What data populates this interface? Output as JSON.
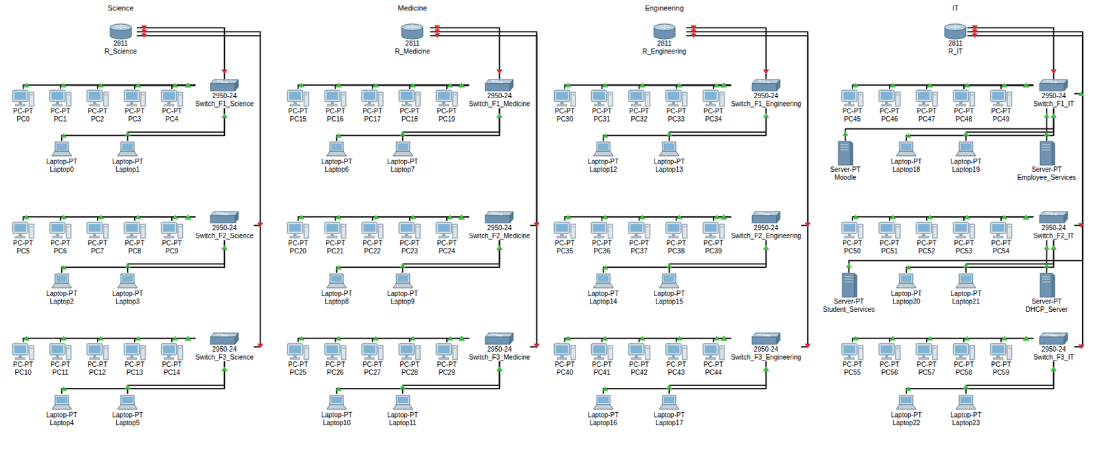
{
  "diagram": {
    "nodes": [
      {
        "text": [
          "2811",
          "R_Science"
        ]
      },
      {
        "text": [
          "2950-24",
          "Switch_F1_Science"
        ]
      },
      {
        "text": [
          "PC-PT",
          "PC0"
        ]
      },
      {
        "text": [
          "PC-PT",
          "PC1"
        ]
      },
      {
        "text": [
          "PC-PT",
          "PC2"
        ]
      },
      {
        "text": [
          "PC-PT",
          "PC3"
        ]
      },
      {
        "text": [
          "PC-PT",
          "PC4"
        ]
      },
      {
        "text": [
          "Laptop-PT",
          "Laptop0"
        ]
      },
      {
        "text": [
          "Laptop-PT",
          "Laptop1"
        ]
      },
      {
        "text": [
          "2950-24",
          "Switch_F2_Science"
        ]
      },
      {
        "text": [
          "PC-PT",
          "PC5"
        ]
      },
      {
        "text": [
          "PC-PT",
          "PC6"
        ]
      },
      {
        "text": [
          "PC-PT",
          "PC7"
        ]
      },
      {
        "text": [
          "PC-PT",
          "PC8"
        ]
      },
      {
        "text": [
          "PC-PT",
          "PC9"
        ]
      },
      {
        "text": [
          "Laptop-PT",
          "Laptop2"
        ]
      },
      {
        "text": [
          "Laptop-PT",
          "Laptop3"
        ]
      },
      {
        "text": [
          "2950-24",
          "Switch_F3_Science"
        ]
      },
      {
        "text": [
          "PC-PT",
          "PC10"
        ]
      },
      {
        "text": [
          "PC-PT",
          "PC11"
        ]
      },
      {
        "text": [
          "PC-PT",
          "PC12"
        ]
      },
      {
        "text": [
          "PC-PT",
          "PC13"
        ]
      },
      {
        "text": [
          "PC-PT",
          "PC14"
        ]
      },
      {
        "text": [
          "Laptop-PT",
          "Laptop4"
        ]
      },
      {
        "text": [
          "Laptop-PT",
          "Laptop5"
        ]
      },
      {
        "text": [
          "2811",
          "R_Medicine"
        ]
      },
      {
        "text": [
          "2950-24",
          "Switch_F1_Medicine"
        ]
      },
      {
        "text": [
          "PC-PT",
          "PC15"
        ]
      },
      {
        "text": [
          "PC-PT",
          "PC16"
        ]
      },
      {
        "text": [
          "PC-PT",
          "PC17"
        ]
      },
      {
        "text": [
          "PC-PT",
          "PC18"
        ]
      },
      {
        "text": [
          "PC-PT",
          "PC19"
        ]
      },
      {
        "text": [
          "Laptop-PT",
          "Laptop6"
        ]
      },
      {
        "text": [
          "Laptop-PT",
          "Laptop7"
        ]
      },
      {
        "text": [
          "2950-24",
          "Switch_F2_Medicine"
        ]
      },
      {
        "text": [
          "PC-PT",
          "PC20"
        ]
      },
      {
        "text": [
          "PC-PT",
          "PC21"
        ]
      },
      {
        "text": [
          "PC-PT",
          "PC22"
        ]
      },
      {
        "text": [
          "PC-PT",
          "PC23"
        ]
      },
      {
        "text": [
          "PC-PT",
          "PC24"
        ]
      },
      {
        "text": [
          "Laptop-PT",
          "Laptop8"
        ]
      },
      {
        "text": [
          "Laptop-PT",
          "Laptop9"
        ]
      },
      {
        "text": [
          "2950-24",
          "Switch_F3_Medicine"
        ]
      },
      {
        "text": [
          "PC-PT",
          "PC25"
        ]
      },
      {
        "text": [
          "PC-PT",
          "PC26"
        ]
      },
      {
        "text": [
          "PC-PT",
          "PC27"
        ]
      },
      {
        "text": [
          "PC-PT",
          "PC28"
        ]
      },
      {
        "text": [
          "PC-PT",
          "PC29"
        ]
      },
      {
        "text": [
          "Laptop-PT",
          "Laptop10"
        ]
      },
      {
        "text": [
          "Laptop-PT",
          "Laptop11"
        ]
      },
      {
        "text": [
          "2811",
          "R_Engineering"
        ]
      },
      {
        "text": [
          "2950-24",
          "Switch_F1_Engineering"
        ]
      },
      {
        "text": [
          "PC-PT",
          "PC30"
        ]
      },
      {
        "text": [
          "PC-PT",
          "PC31"
        ]
      },
      {
        "text": [
          "PC-PT",
          "PC32"
        ]
      },
      {
        "text": [
          "PC-PT",
          "PC33"
        ]
      },
      {
        "text": [
          "PC-PT",
          "PC34"
        ]
      },
      {
        "text": [
          "Laptop-PT",
          "Laptop12"
        ]
      },
      {
        "text": [
          "Laptop-PT",
          "Laptop13"
        ]
      },
      {
        "text": [
          "2950-24",
          "Switch_F2_Engineering"
        ]
      },
      {
        "text": [
          "PC-PT",
          "PC35"
        ]
      },
      {
        "text": [
          "PC-PT",
          "PC36"
        ]
      },
      {
        "text": [
          "PC-PT",
          "PC37"
        ]
      },
      {
        "text": [
          "PC-PT",
          "PC38"
        ]
      },
      {
        "text": [
          "PC-PT",
          "PC39"
        ]
      },
      {
        "text": [
          "Laptop-PT",
          "Laptop14"
        ]
      },
      {
        "text": [
          "Laptop-PT",
          "Laptop15"
        ]
      },
      {
        "text": [
          "2950-24",
          "Switch_F3_Engineering"
        ]
      },
      {
        "text": [
          "PC-PT",
          "PC40"
        ]
      },
      {
        "text": [
          "PC-PT",
          "PC41"
        ]
      },
      {
        "text": [
          "PC-PT",
          "PC42"
        ]
      },
      {
        "text": [
          "PC-PT",
          "PC43"
        ]
      },
      {
        "text": [
          "PC-PT",
          "PC44"
        ]
      },
      {
        "text": [
          "Laptop-PT",
          "Laptop16"
        ]
      },
      {
        "text": [
          "Laptop-PT",
          "Laptop17"
        ]
      },
      {
        "text": [
          "2811",
          "R_IT"
        ]
      },
      {
        "text": [
          "2950-24",
          "Switch_F1_IT"
        ]
      },
      {
        "text": [
          "PC-PT",
          "PC45"
        ]
      },
      {
        "text": [
          "PC-PT",
          "PC46"
        ]
      },
      {
        "text": [
          "PC-PT",
          "PC47"
        ]
      },
      {
        "text": [
          "PC-PT",
          "PC48"
        ]
      },
      {
        "text": [
          "PC-PT",
          "PC49"
        ]
      },
      {
        "text": [
          "Laptop-PT",
          "Laptop18"
        ]
      },
      {
        "text": [
          "Laptop-PT",
          "Laptop19"
        ]
      },
      {
        "text": [
          "Server-PT",
          "Moodle"
        ]
      },
      {
        "text": [
          "Server-PT",
          "Employee_Services"
        ]
      },
      {
        "text": [
          "2950-24",
          "Switch_F2_IT"
        ]
      },
      {
        "text": [
          "PC-PT",
          "PC50"
        ]
      },
      {
        "text": [
          "PC-PT",
          "PC51"
        ]
      },
      {
        "text": [
          "PC-PT",
          "PC52"
        ]
      },
      {
        "text": [
          "PC-PT",
          "PC53"
        ]
      },
      {
        "text": [
          "PC-PT",
          "PC54"
        ]
      },
      {
        "text": [
          "Laptop-PT",
          "Laptop20"
        ]
      },
      {
        "text": [
          "Laptop-PT",
          "Laptop21"
        ]
      },
      {
        "text": [
          "Server-PT",
          "Student_Services"
        ]
      },
      {
        "text": [
          "Server-PT",
          "DHCP_Server"
        ]
      },
      {
        "text": [
          "2950-24",
          "Switch_F3_IT"
        ]
      },
      {
        "text": [
          "PC-PT",
          "PC55"
        ]
      },
      {
        "text": [
          "PC-PT",
          "PC56"
        ]
      },
      {
        "text": [
          "PC-PT",
          "PC57"
        ]
      },
      {
        "text": [
          "PC-PT",
          "PC58"
        ]
      },
      {
        "text": [
          "PC-PT",
          "PC59"
        ]
      },
      {
        "text": [
          "Laptop-PT",
          "Laptop22"
        ]
      },
      {
        "text": [
          "Laptop-PT",
          "Laptop23"
        ]
      }
    ],
    "edges": [
      {
        "from": 0,
        "to": 1,
        "arrow": "none"
      },
      {
        "from": 0,
        "to": 9,
        "arrow": "none"
      },
      {
        "from": 0,
        "to": 17,
        "arrow": "none"
      },
      {
        "from": 2,
        "to": 1,
        "arrow": "none"
      },
      {
        "from": 3,
        "to": 1,
        "arrow": "none"
      },
      {
        "from": 4,
        "to": 1,
        "arrow": "none"
      },
      {
        "from": 5,
        "to": 1,
        "arrow": "none"
      },
      {
        "from": 6,
        "to": 1,
        "arrow": "none"
      },
      {
        "from": 7,
        "to": 1,
        "arrow": "none"
      },
      {
        "from": 8,
        "to": 1,
        "arrow": "none"
      },
      {
        "from": 10,
        "to": 9,
        "arrow": "none"
      },
      {
        "from": 11,
        "to": 9,
        "arrow": "none"
      },
      {
        "from": 12,
        "to": 9,
        "arrow": "none"
      },
      {
        "from": 13,
        "to": 9,
        "arrow": "none"
      },
      {
        "from": 14,
        "to": 9,
        "arrow": "none"
      },
      {
        "from": 15,
        "to": 9,
        "arrow": "none"
      },
      {
        "from": 16,
        "to": 9,
        "arrow": "none"
      },
      {
        "from": 18,
        "to": 17,
        "arrow": "none"
      },
      {
        "from": 19,
        "to": 17,
        "arrow": "none"
      },
      {
        "from": 20,
        "to": 17,
        "arrow": "none"
      },
      {
        "from": 21,
        "to": 17,
        "arrow": "none"
      },
      {
        "from": 22,
        "to": 17,
        "arrow": "none"
      },
      {
        "from": 23,
        "to": 17,
        "arrow": "none"
      },
      {
        "from": 24,
        "to": 17,
        "arrow": "none"
      },
      {
        "from": 25,
        "to": 26,
        "arrow": "none"
      },
      {
        "from": 25,
        "to": 34,
        "arrow": "none"
      },
      {
        "from": 25,
        "to": 42,
        "arrow": "none"
      },
      {
        "from": 27,
        "to": 26,
        "arrow": "none"
      },
      {
        "from": 28,
        "to": 26,
        "arrow": "none"
      },
      {
        "from": 29,
        "to": 26,
        "arrow": "none"
      },
      {
        "from": 30,
        "to": 26,
        "arrow": "none"
      },
      {
        "from": 31,
        "to": 26,
        "arrow": "none"
      },
      {
        "from": 32,
        "to": 26,
        "arrow": "none"
      },
      {
        "from": 33,
        "to": 26,
        "arrow": "none"
      },
      {
        "from": 35,
        "to": 34,
        "arrow": "none"
      },
      {
        "from": 36,
        "to": 34,
        "arrow": "none"
      },
      {
        "from": 37,
        "to": 34,
        "arrow": "none"
      },
      {
        "from": 38,
        "to": 34,
        "arrow": "none"
      },
      {
        "from": 39,
        "to": 34,
        "arrow": "none"
      },
      {
        "from": 40,
        "to": 34,
        "arrow": "none"
      },
      {
        "from": 41,
        "to": 34,
        "arrow": "none"
      },
      {
        "from": 43,
        "to": 42,
        "arrow": "none"
      },
      {
        "from": 44,
        "to": 42,
        "arrow": "none"
      },
      {
        "from": 45,
        "to": 42,
        "arrow": "none"
      },
      {
        "from": 46,
        "to": 42,
        "arrow": "none"
      },
      {
        "from": 47,
        "to": 42,
        "arrow": "none"
      },
      {
        "from": 48,
        "to": 42,
        "arrow": "none"
      },
      {
        "from": 49,
        "to": 42,
        "arrow": "none"
      },
      {
        "from": 50,
        "to": 51,
        "arrow": "none"
      },
      {
        "from": 50,
        "to": 59,
        "arrow": "none"
      },
      {
        "from": 50,
        "to": 67,
        "arrow": "none"
      },
      {
        "from": 52,
        "to": 51,
        "arrow": "none"
      },
      {
        "from": 53,
        "to": 51,
        "arrow": "none"
      },
      {
        "from": 54,
        "to": 51,
        "arrow": "none"
      },
      {
        "from": 55,
        "to": 51,
        "arrow": "none"
      },
      {
        "from": 56,
        "to": 51,
        "arrow": "none"
      },
      {
        "from": 57,
        "to": 51,
        "arrow": "none"
      },
      {
        "from": 58,
        "to": 51,
        "arrow": "none"
      },
      {
        "from": 60,
        "to": 59,
        "arrow": "none"
      },
      {
        "from": 61,
        "to": 59,
        "arrow": "none"
      },
      {
        "from": 62,
        "to": 59,
        "arrow": "none"
      },
      {
        "from": 63,
        "to": 59,
        "arrow": "none"
      },
      {
        "from": 64,
        "to": 59,
        "arrow": "none"
      },
      {
        "from": 65,
        "to": 59,
        "arrow": "none"
      },
      {
        "from": 66,
        "to": 59,
        "arrow": "none"
      },
      {
        "from": 68,
        "to": 67,
        "arrow": "none"
      },
      {
        "from": 69,
        "to": 67,
        "arrow": "none"
      },
      {
        "from": 70,
        "to": 67,
        "arrow": "none"
      },
      {
        "from": 71,
        "to": 67,
        "arrow": "none"
      },
      {
        "from": 72,
        "to": 67,
        "arrow": "none"
      },
      {
        "from": 73,
        "to": 67,
        "arrow": "none"
      },
      {
        "from": 74,
        "to": 67,
        "arrow": "none"
      },
      {
        "from": 75,
        "to": 76,
        "arrow": "none"
      },
      {
        "from": 75,
        "to": 86,
        "arrow": "none"
      },
      {
        "from": 75,
        "to": 96,
        "arrow": "none"
      },
      {
        "from": 77,
        "to": 76,
        "arrow": "none"
      },
      {
        "from": 78,
        "to": 76,
        "arrow": "none"
      },
      {
        "from": 79,
        "to": 76,
        "arrow": "none"
      },
      {
        "from": 80,
        "to": 76,
        "arrow": "none"
      },
      {
        "from": 81,
        "to": 76,
        "arrow": "none"
      },
      {
        "from": 82,
        "to": 76,
        "arrow": "none"
      },
      {
        "from": 83,
        "to": 76,
        "arrow": "none"
      },
      {
        "from": 84,
        "to": 76,
        "arrow": "none"
      },
      {
        "from": 85,
        "to": 76,
        "arrow": "none"
      },
      {
        "from": 87,
        "to": 86,
        "arrow": "none"
      },
      {
        "from": 88,
        "to": 86,
        "arrow": "none"
      },
      {
        "from": 89,
        "to": 86,
        "arrow": "none"
      },
      {
        "from": 90,
        "to": 86,
        "arrow": "none"
      },
      {
        "from": 91,
        "to": 86,
        "arrow": "none"
      },
      {
        "from": 92,
        "to": 86,
        "arrow": "none"
      },
      {
        "from": 93,
        "to": 86,
        "arrow": "none"
      },
      {
        "from": 94,
        "to": 76,
        "arrow": "none"
      },
      {
        "from": 95,
        "to": 86,
        "arrow": "none"
      },
      {
        "from": 97,
        "to": 96,
        "arrow": "none"
      },
      {
        "from": 98,
        "to": 96,
        "arrow": "none"
      },
      {
        "from": 99,
        "to": 96,
        "arrow": "none"
      },
      {
        "from": 100,
        "to": 96,
        "arrow": "none"
      },
      {
        "from": 101,
        "to": 96,
        "arrow": "none"
      },
      {
        "from": 102,
        "to": 96,
        "arrow": "none"
      },
      {
        "from": 103,
        "to": 96,
        "arrow": "none"
      }
    ],
    "labels": [
      "Science",
      "Medicine",
      "Engineering",
      "IT"
    ]
  }
}
